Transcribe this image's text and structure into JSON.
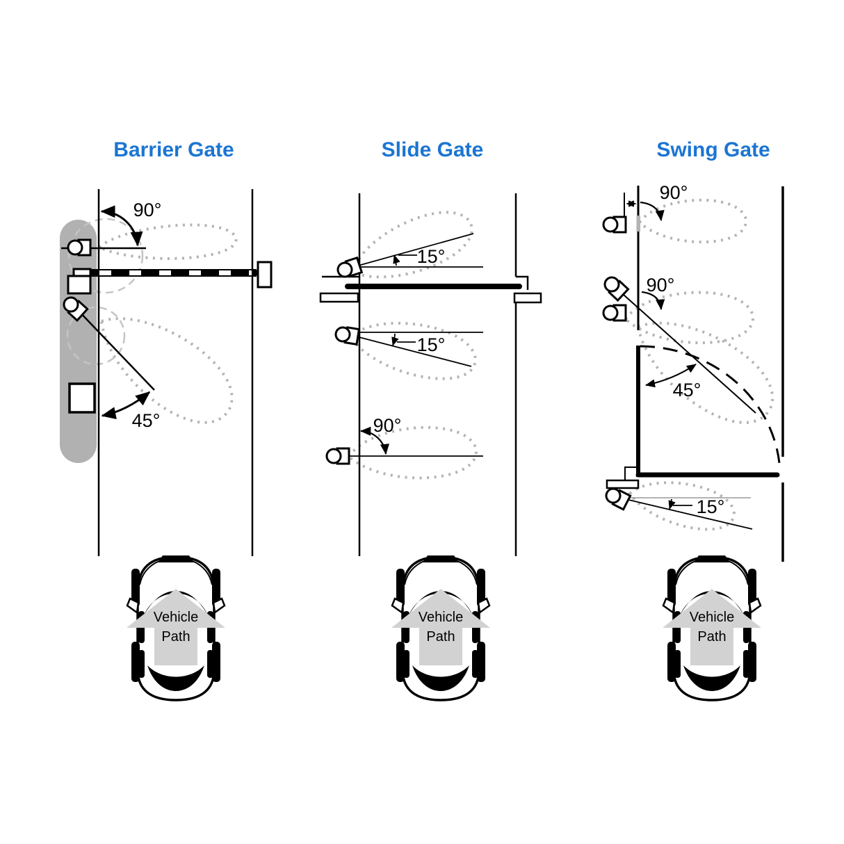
{
  "titles": {
    "barrier": "Barrier Gate",
    "slide": "Slide Gate",
    "swing": "Swing Gate"
  },
  "angle_labels": {
    "barrier_top": "90°",
    "barrier_bottom": "45°",
    "slide_top": "15°",
    "slide_middle": "15°",
    "slide_bottom": "90°",
    "swing_top": "90°",
    "swing_middle": "90°",
    "swing_arc": "45°",
    "swing_bottom": "15°"
  },
  "vehicle_path": {
    "line1": "Vehicle",
    "line2": "Path"
  },
  "colors": {
    "title_blue": "#1b75d2",
    "diagram_black": "#000000",
    "detection_dotted_gray": "#b3b3b3",
    "pad_gray": "#b1b1b1",
    "vehicle_arrow_gray": "#d2d2d2",
    "beam_gray": "#999999"
  }
}
